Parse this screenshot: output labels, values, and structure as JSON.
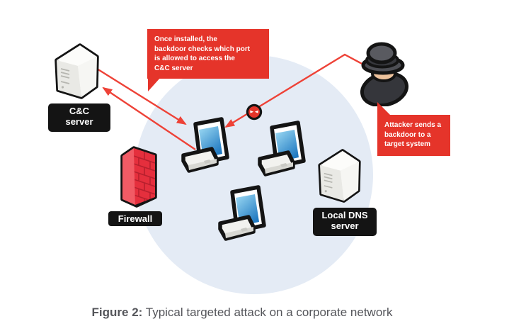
{
  "figure": {
    "caption": {
      "label": "Figure 2:",
      "text": "Typical targeted attack on a corporate network"
    },
    "callouts": {
      "backdoor_check": {
        "text": "Once installed, the\nbackdoor checks which port\nis allowed to access the\nC&C server"
      },
      "attacker_sends": {
        "text": "Attacker sends a\nbackdoor to a\ntarget system"
      }
    },
    "nodes": {
      "cc_server": {
        "label": "C&C\nserver"
      },
      "firewall": {
        "label": "Firewall"
      },
      "dns_server": {
        "label": "Local DNS\nserver"
      },
      "workstations_count": 3
    },
    "icons": {
      "cc_server": "tower-server-icon",
      "dns_server": "tower-server-icon",
      "firewall": "brick-wall-icon",
      "workstation": "desktop-computer-icon",
      "attacker": "spy-with-hat-icon",
      "malware": "devil-face-icon",
      "arrows": "red-arrow-connector"
    },
    "colors": {
      "callout_red": "#e5342a",
      "arrow_red": "#ee4237",
      "network_blue": "#e4ebf5",
      "label_black": "#141414",
      "caption_gray": "#54555a",
      "screen_blue_top": "#9fdcf5",
      "screen_blue_bottom": "#1f78c0"
    }
  }
}
